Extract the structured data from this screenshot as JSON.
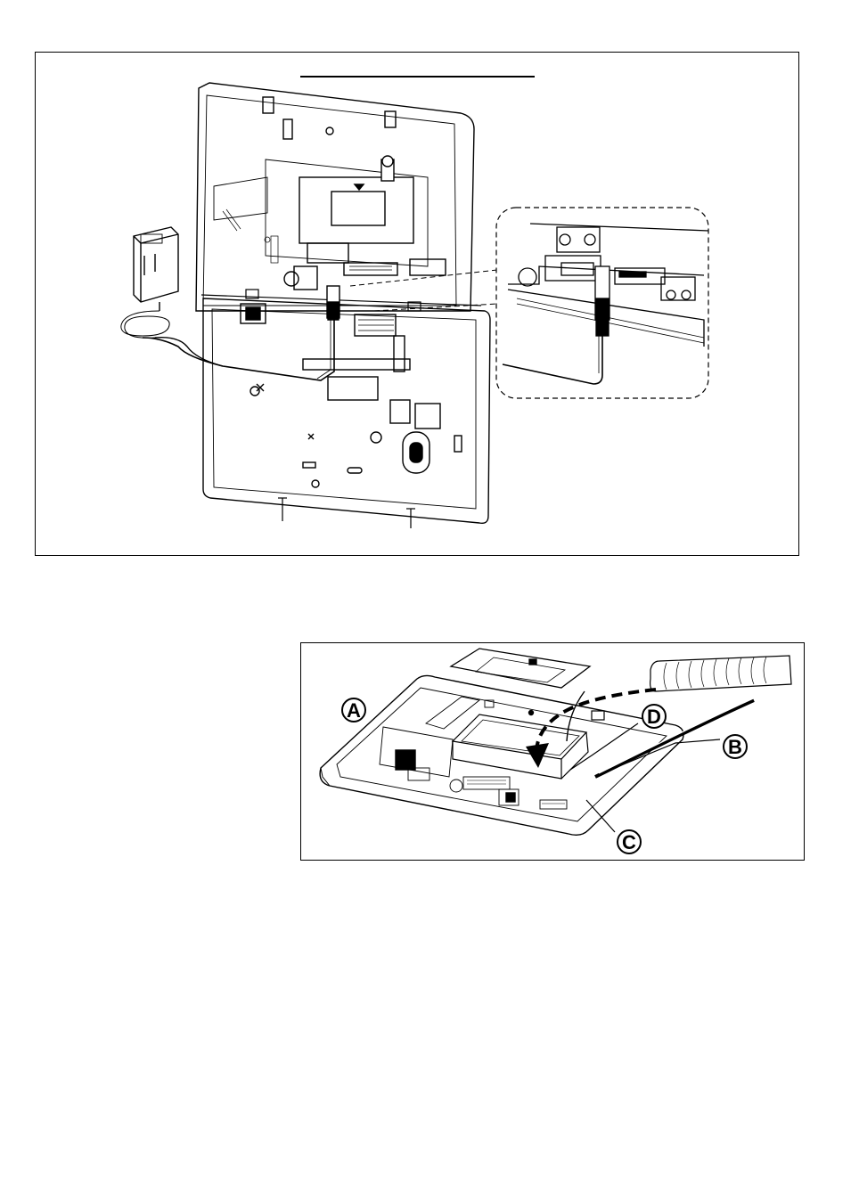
{
  "figure1": {
    "title": "",
    "inset_labels": []
  },
  "figure2": {
    "callouts": [
      "A",
      "B",
      "C",
      "D"
    ]
  }
}
